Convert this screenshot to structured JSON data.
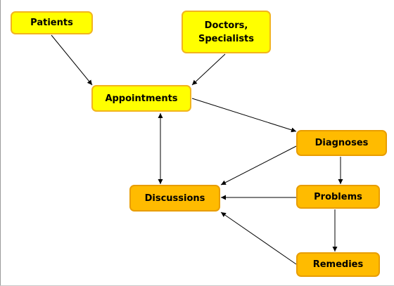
{
  "diagram": {
    "nodes": [
      {
        "id": "patients",
        "label": "Patients",
        "color": "#ffff00"
      },
      {
        "id": "doctors",
        "label": "Doctors,\nSpecialists",
        "color": "#ffff00"
      },
      {
        "id": "appointments",
        "label": "Appointments",
        "color": "#ffff00"
      },
      {
        "id": "diagnoses",
        "label": "Diagnoses",
        "color": "#ffbb00"
      },
      {
        "id": "discussions",
        "label": "Discussions",
        "color": "#ffbb00"
      },
      {
        "id": "problems",
        "label": "Problems",
        "color": "#ffbb00"
      },
      {
        "id": "remedies",
        "label": "Remedies",
        "color": "#ffbb00"
      }
    ],
    "edges": [
      {
        "from": "patients",
        "to": "appointments",
        "direction": "forward"
      },
      {
        "from": "doctors",
        "to": "appointments",
        "direction": "forward"
      },
      {
        "from": "appointments",
        "to": "diagnoses",
        "direction": "forward"
      },
      {
        "from": "appointments",
        "to": "discussions",
        "direction": "both"
      },
      {
        "from": "diagnoses",
        "to": "discussions",
        "direction": "forward"
      },
      {
        "from": "diagnoses",
        "to": "problems",
        "direction": "forward"
      },
      {
        "from": "problems",
        "to": "discussions",
        "direction": "forward"
      },
      {
        "from": "problems",
        "to": "remedies",
        "direction": "forward"
      },
      {
        "from": "remedies",
        "to": "discussions",
        "direction": "forward"
      }
    ]
  }
}
